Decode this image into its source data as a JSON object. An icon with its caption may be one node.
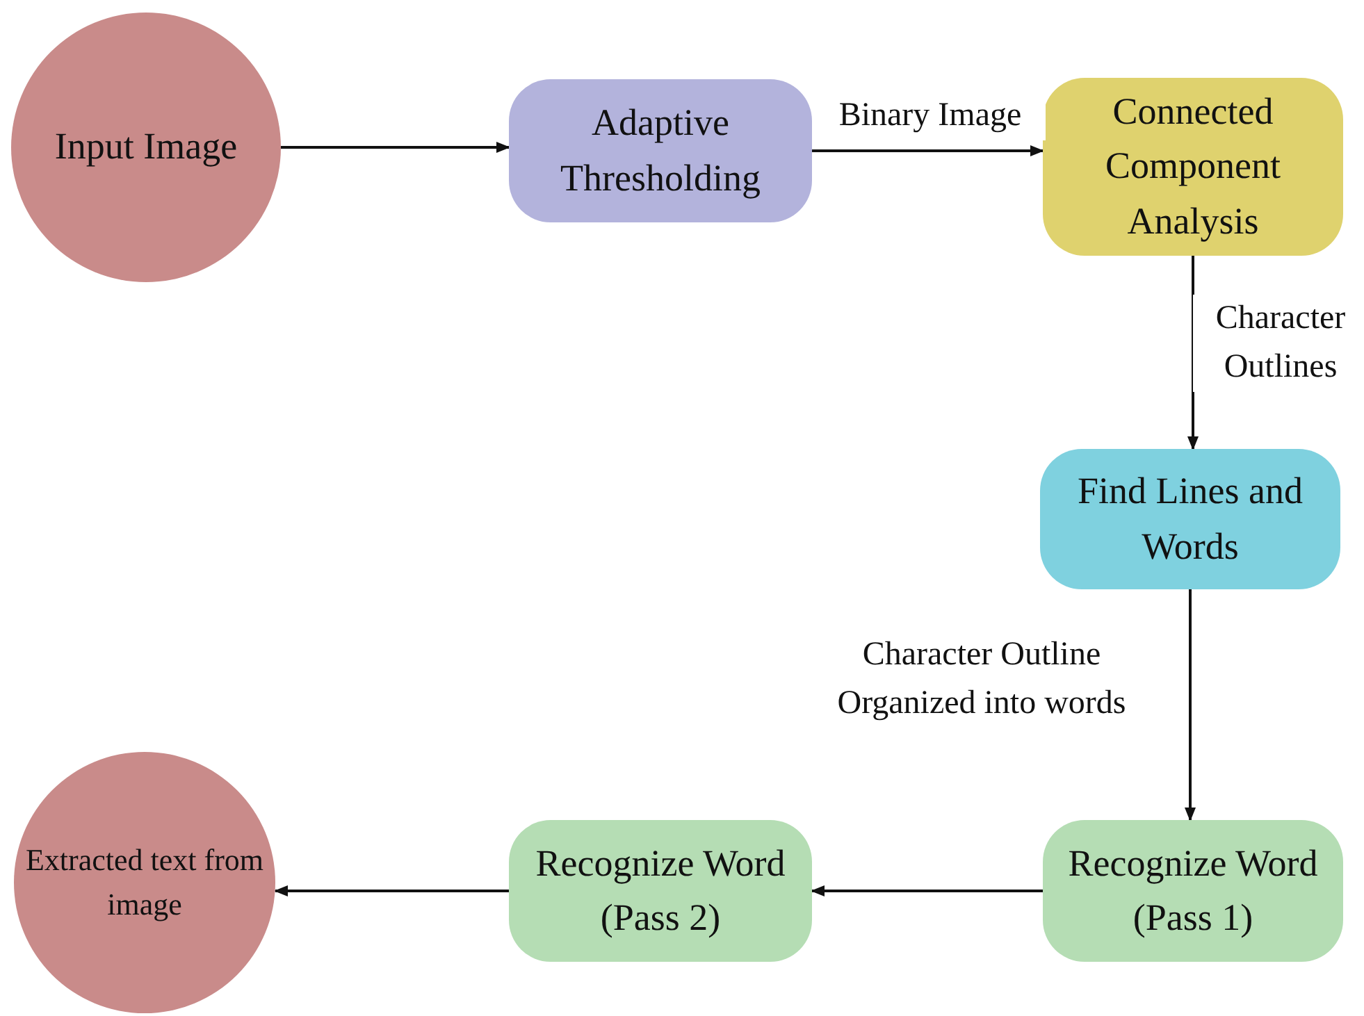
{
  "diagram": {
    "nodes": [
      {
        "text": [
          "Input Image"
        ]
      },
      {
        "text": [
          "Adaptive Thresholding"
        ]
      },
      {
        "text": [
          "Connected Component Analysis"
        ]
      },
      {
        "text": [
          "Find Lines and Words"
        ]
      },
      {
        "text": [
          "Recognize Word (Pass 1)"
        ]
      },
      {
        "text": [
          "Recognize Word (Pass 2)"
        ]
      },
      {
        "text": [
          "Extracted text from image"
        ]
      }
    ],
    "edges": [
      {
        "from": 0,
        "to": 1,
        "arrow": "to"
      },
      {
        "from": 1,
        "to": 2,
        "arrow": "to",
        "label": "Binary Image"
      },
      {
        "from": 2,
        "to": 3,
        "arrow": "to",
        "label": "Character Outlines"
      },
      {
        "from": 3,
        "to": 4,
        "arrow": "to",
        "label": "Character Outline Organized into words"
      },
      {
        "from": 4,
        "to": 5,
        "arrow": "to"
      },
      {
        "from": 5,
        "to": 6,
        "arrow": "to"
      }
    ]
  }
}
